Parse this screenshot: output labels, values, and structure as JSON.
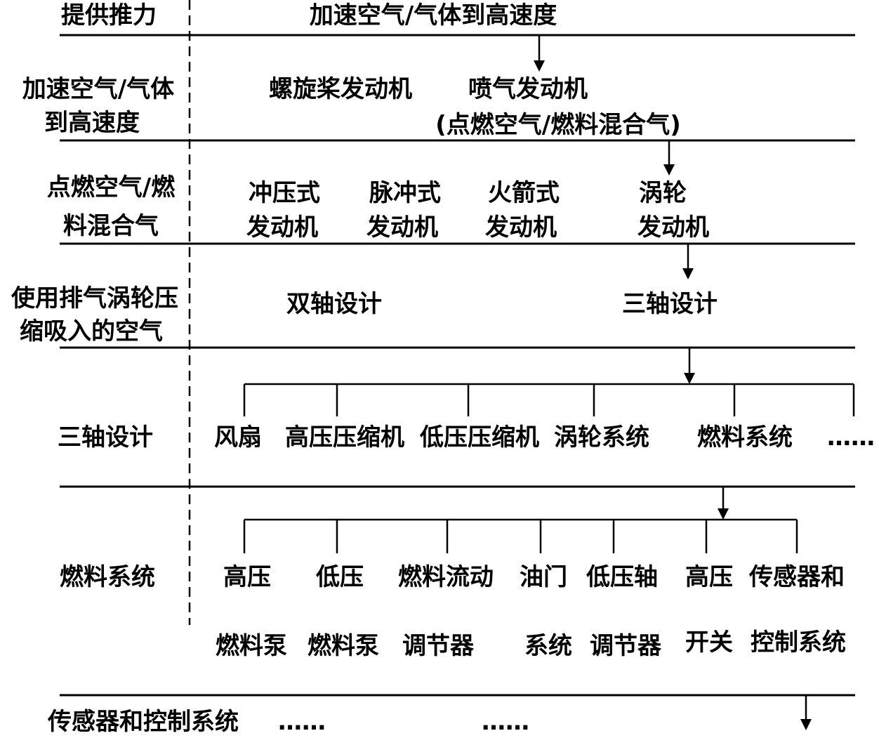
{
  "rows": [
    {
      "label": [
        "提供推力"
      ],
      "items": [
        "加速空气/气体到高速度"
      ]
    },
    {
      "label": [
        "加速空气/气体",
        "到高速度"
      ],
      "items": [
        "螺旋桨发动机",
        "喷气发动机",
        "(点燃空气/燃料混合气)"
      ]
    },
    {
      "label": [
        "点燃空气/燃",
        "料混合气"
      ],
      "items": [
        [
          "冲压式",
          "发动机"
        ],
        [
          "脉冲式",
          "发动机"
        ],
        [
          "火箭式",
          "发动机"
        ],
        [
          "涡轮",
          "发动机"
        ]
      ]
    },
    {
      "label": [
        "使用排气涡轮压",
        "缩吸入的空气"
      ],
      "items": [
        "双轴设计",
        "三轴设计"
      ]
    },
    {
      "label": [
        "三轴设计"
      ],
      "items": [
        "风扇",
        "高压压缩机",
        "低压压缩机",
        "涡轮系统",
        "燃料系统",
        "……"
      ]
    },
    {
      "label": [
        "燃料系统"
      ],
      "items": [
        [
          "高压",
          "燃料泵"
        ],
        [
          "低压",
          "燃料泵"
        ],
        [
          "燃料流动",
          "调节器"
        ],
        [
          "油门",
          "系统"
        ],
        [
          "低压轴",
          "调节器"
        ],
        [
          "高压",
          "开关"
        ],
        [
          "传感器和",
          "控制系统"
        ]
      ]
    },
    {
      "label": [
        "传感器和控制系统"
      ],
      "items": [
        "……",
        "……"
      ]
    }
  ],
  "colors": {
    "line": "#000000",
    "text": "#000000",
    "background": "#ffffff"
  }
}
